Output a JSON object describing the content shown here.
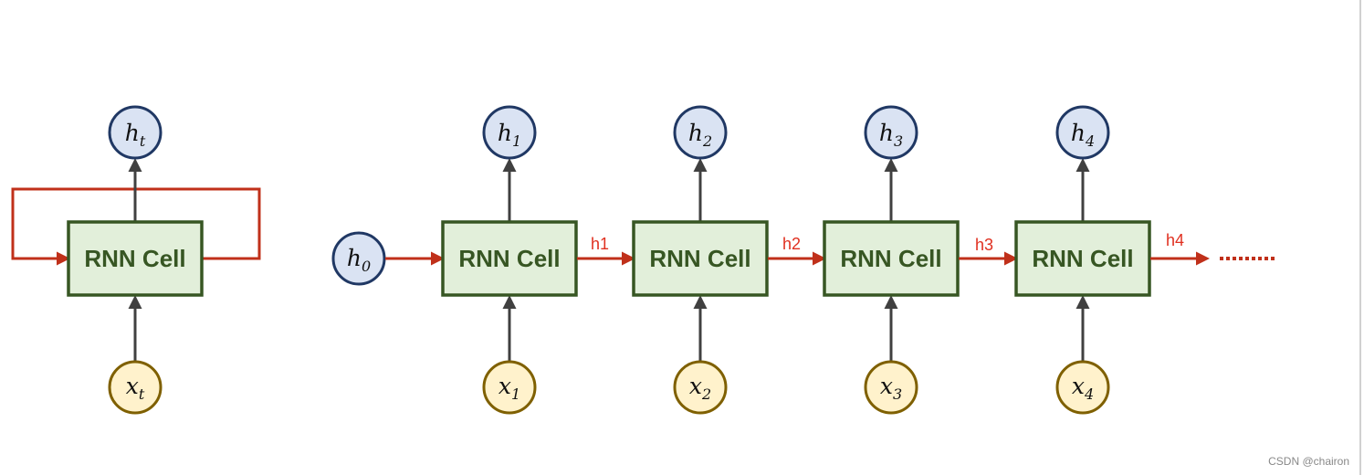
{
  "cell_label": "RNN Cell",
  "folded": {
    "hidden": {
      "base": "h",
      "sub": "t"
    },
    "input": {
      "base": "x",
      "sub": "t"
    }
  },
  "initial_state": {
    "base": "h",
    "sub": "0"
  },
  "steps": [
    {
      "hidden": {
        "base": "h",
        "sub": "1"
      },
      "input": {
        "base": "x",
        "sub": "1"
      },
      "state_label": "h1"
    },
    {
      "hidden": {
        "base": "h",
        "sub": "2"
      },
      "input": {
        "base": "x",
        "sub": "2"
      },
      "state_label": "h2"
    },
    {
      "hidden": {
        "base": "h",
        "sub": "3"
      },
      "input": {
        "base": "x",
        "sub": "3"
      },
      "state_label": "h3"
    },
    {
      "hidden": {
        "base": "h",
        "sub": "4"
      },
      "input": {
        "base": "x",
        "sub": "4"
      },
      "state_label": "h4"
    }
  ],
  "watermark": "CSDN @chairon",
  "colors": {
    "cell_fill": "#e2efda",
    "cell_border": "#375623",
    "hidden_fill": "#dae3f3",
    "hidden_border": "#203864",
    "input_fill": "#fff2cc",
    "input_border": "#7f6000",
    "state_arrow": "#c0301a",
    "state_label": "#e03020"
  }
}
